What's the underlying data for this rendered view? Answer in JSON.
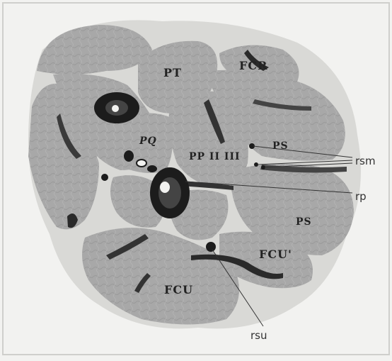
{
  "figure": {
    "muscle_labels": {
      "pt": "PT",
      "fcr": "FCR",
      "pq": "PQ",
      "pp": "PP II III",
      "ps_upper": "PS",
      "ps_lower": "PS",
      "fcu_prime": "FCU'",
      "fcu": "FCU"
    },
    "pointer_labels": {
      "rsm": "rsm",
      "rp": "rp",
      "rsu": "rsu"
    },
    "colors": {
      "background": "#f2f2f0",
      "muscle_fill": "#a9a9a9",
      "septum": "#d9d9d6",
      "vessel": "#1c1c1c"
    }
  }
}
